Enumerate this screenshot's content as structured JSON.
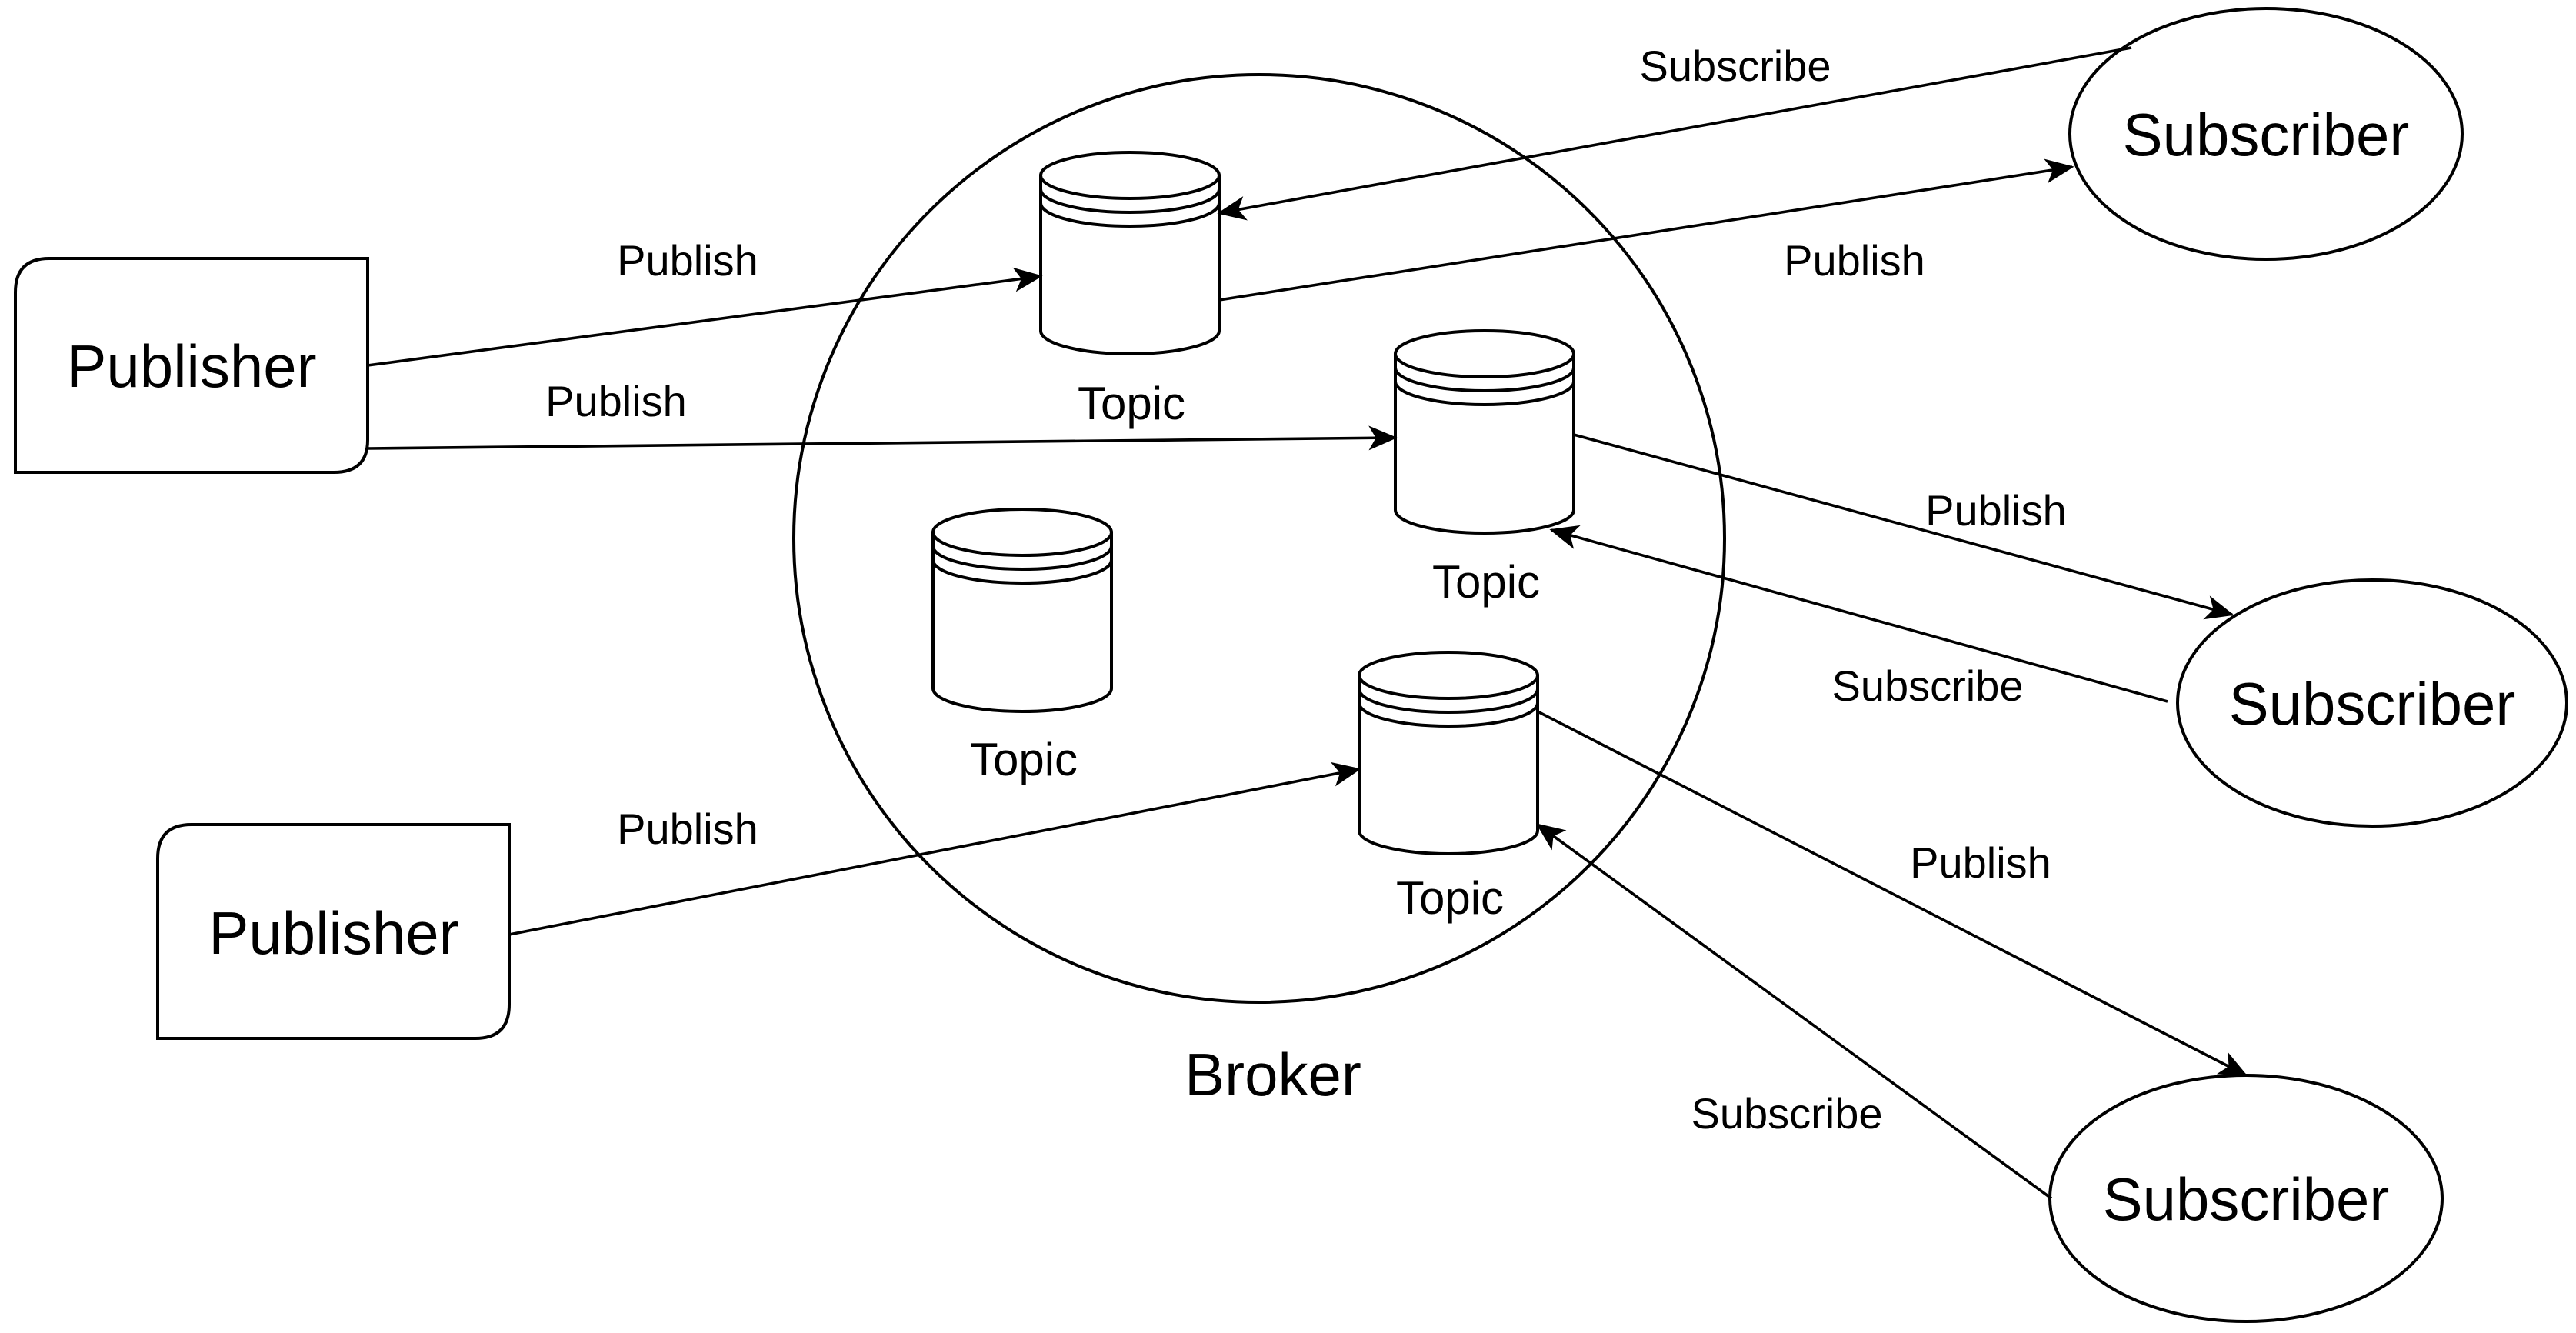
{
  "broker": {
    "label": "Broker"
  },
  "publishers": [
    {
      "label": "Publisher"
    },
    {
      "label": "Publisher"
    }
  ],
  "subscribers": [
    {
      "label": "Subscriber"
    },
    {
      "label": "Subscriber"
    },
    {
      "label": "Subscriber"
    }
  ],
  "topics": [
    {
      "label": "Topic"
    },
    {
      "label": "Topic"
    },
    {
      "label": "Topic"
    },
    {
      "label": "Topic"
    }
  ],
  "edges": [
    {
      "label": "Publish"
    },
    {
      "label": "Publish"
    },
    {
      "label": "Publish"
    },
    {
      "label": "Subscribe"
    },
    {
      "label": "Publish"
    },
    {
      "label": "Publish"
    },
    {
      "label": "Subscribe"
    },
    {
      "label": "Publish"
    },
    {
      "label": "Subscribe"
    }
  ]
}
